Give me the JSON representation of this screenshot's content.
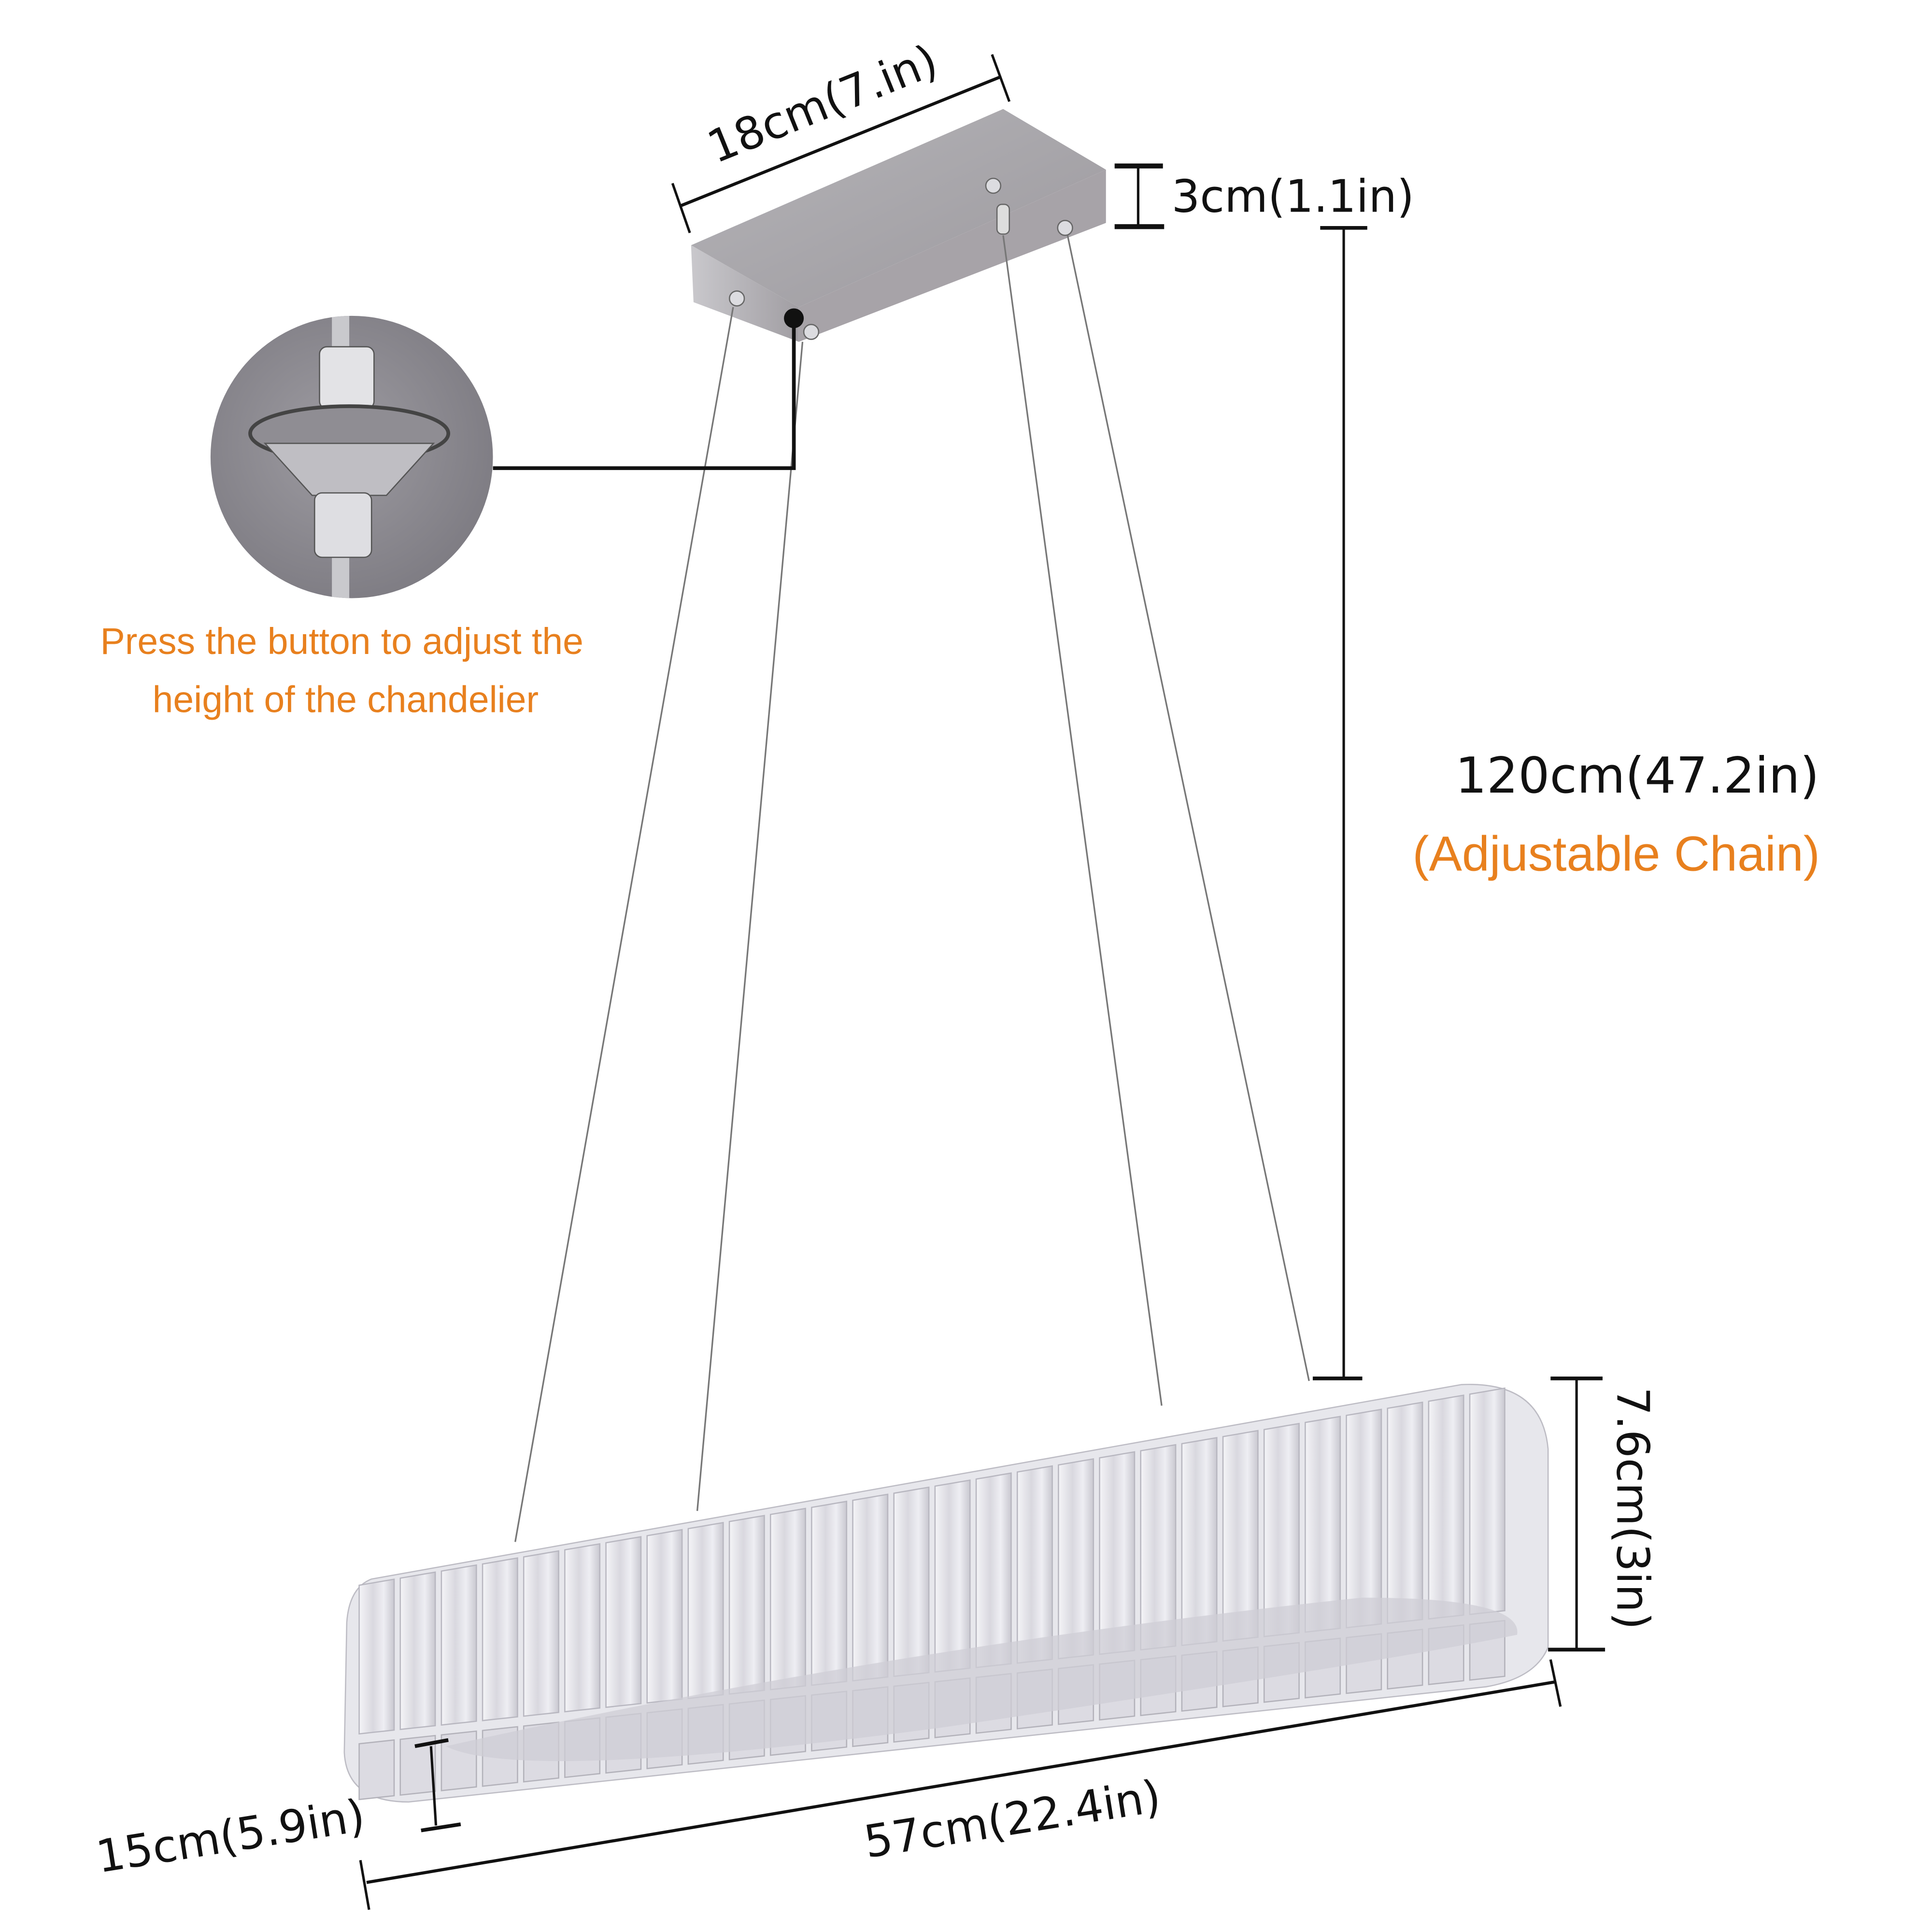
{
  "labels": {
    "canopy_width": "18cm(7.in)",
    "canopy_height": "3cm(1.1in)",
    "chain_length": "120cm(47.2in)",
    "chain_note": "(Adjustable Chain)",
    "callout_line1": "Press the button to adjust the",
    "callout_line2": "height of the chandelier",
    "fixture_height": "7.6cm(3in)",
    "fixture_length": "57cm(22.4in)",
    "fixture_depth": "15cm(5.9in)"
  },
  "colors": {
    "accent": "#e8801e",
    "metal": "#a9a7ab",
    "dimension_line": "#111111"
  }
}
